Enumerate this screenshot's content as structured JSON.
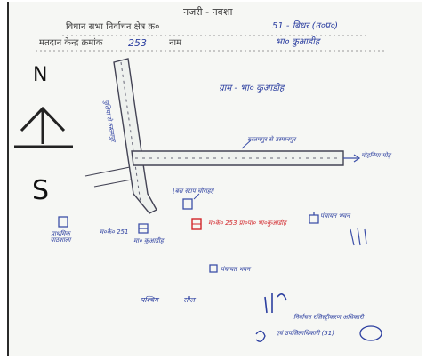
{
  "header": {
    "title": "नजरी - नक्शा",
    "constituency_label": "विधान सभा निर्वाचन क्षेत्र क्र०",
    "constituency_value": "51 - बिथर (उ०प्र०)",
    "booth_label": "मतदान केन्द्र क्रमांक",
    "booth_number": "253",
    "name_label": "नाम",
    "name_value": "भा० कुआडीह"
  },
  "compass": {
    "north": "N",
    "south": "S"
  },
  "map": {
    "village_title": "ग्राम - भा० कुआडीह",
    "road_vertical_label": "पुलिया से रुस्तमपुर",
    "road_horizontal_label": "रुस्तमपुर से उस्मानपुर",
    "road_right_end": "मोहनिया मोड़",
    "sites": [
      {
        "id": "bus-stop",
        "label": "[बस स्टाप चौराहा]"
      },
      {
        "id": "booth",
        "label": "म०के० 253 प्रा०पा० भा०कुआडीह"
      },
      {
        "id": "temple",
        "label": "पंचायत भवन"
      },
      {
        "id": "school-left",
        "label": "प्राथमिक पाठशाला"
      },
      {
        "id": "house-left",
        "label": "म०के० 251"
      },
      {
        "id": "house-mid",
        "label": "मा० कुआडीह"
      },
      {
        "id": "panchayat",
        "label": "पंचायत भवन"
      },
      {
        "id": "church",
        "label": "पश्चिम"
      }
    ]
  },
  "signature": {
    "label": "सील",
    "title": "निर्वाचन रजिस्ट्रीकरण अधिकारी",
    "subtitle": "एवं उपजिलाधिकारी (51)"
  }
}
